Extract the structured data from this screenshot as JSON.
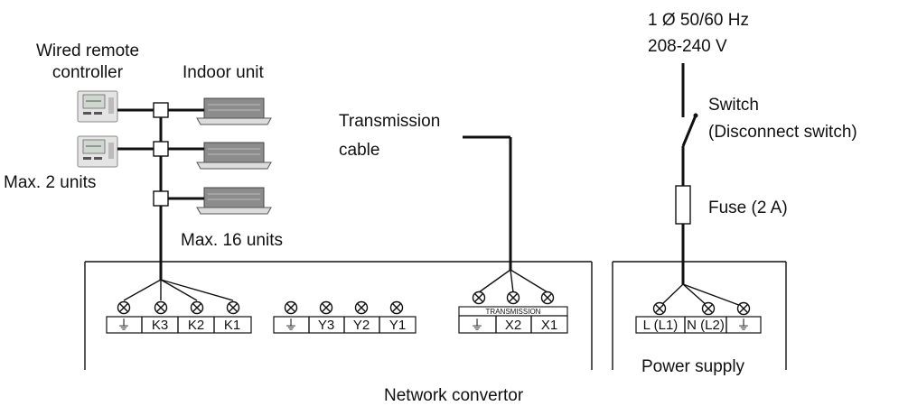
{
  "labels": {
    "remote_controller": [
      "Wired remote",
      "controller"
    ],
    "indoor_unit": "Indoor unit",
    "max_remote": "Max. 2 units",
    "max_indoor": "Max. 16 units",
    "transmission_cable": [
      "Transmission",
      "cable"
    ],
    "power_spec": [
      "1 Ø  50/60 Hz",
      "208-240 V"
    ],
    "switch": [
      "Switch",
      "(Disconnect switch)"
    ],
    "fuse": "Fuse (2 A)",
    "power_supply": "Power supply",
    "network_convertor": "Network convertor"
  },
  "terminal_blocks": {
    "k_block": [
      "⏚",
      "K3",
      "K2",
      "K1"
    ],
    "y_block": [
      "⏚",
      "Y3",
      "Y2",
      "Y1"
    ],
    "x_block": [
      "⏚",
      "X2",
      "X1"
    ],
    "x_block_header": "TRANSMISSION",
    "power_block": [
      "L (L1)",
      "N (L2)",
      "⏚"
    ]
  }
}
